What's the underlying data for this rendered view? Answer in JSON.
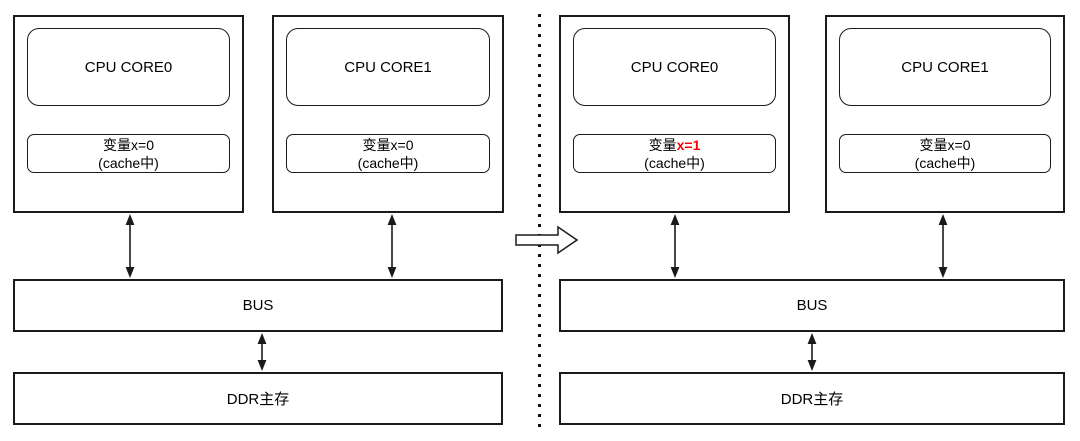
{
  "colors": {
    "line": "#1a1a1a",
    "highlight": "#ff0000",
    "background": "#ffffff"
  },
  "icons": {
    "bidirectional-arrow-icon": "vertical double-headed connector (filled triangle heads)",
    "transition-arrow-icon": "hollow right-pointing block arrow",
    "divider-dotted-line": "vertical dotted separator"
  },
  "panels": [
    {
      "id": "before",
      "cores": [
        {
          "title": "CPU CORE0",
          "cache": {
            "prefix": "变量",
            "value": "x=0",
            "line2": "(cache中)",
            "highlighted": "false"
          }
        },
        {
          "title": "CPU CORE1",
          "cache": {
            "prefix": "变量",
            "value": "x=0",
            "line2": "(cache中)",
            "highlighted": "false"
          }
        }
      ],
      "bus_label": "BUS",
      "memory_label": "DDR主存"
    },
    {
      "id": "after",
      "cores": [
        {
          "title": "CPU CORE0",
          "cache": {
            "prefix": "变量",
            "value": "x=1",
            "line2": "(cache中)",
            "highlighted": "true"
          }
        },
        {
          "title": "CPU CORE1",
          "cache": {
            "prefix": "变量",
            "value": "x=0",
            "line2": "(cache中)",
            "highlighted": "false"
          }
        }
      ],
      "bus_label": "BUS",
      "memory_label": "DDR主存"
    }
  ]
}
